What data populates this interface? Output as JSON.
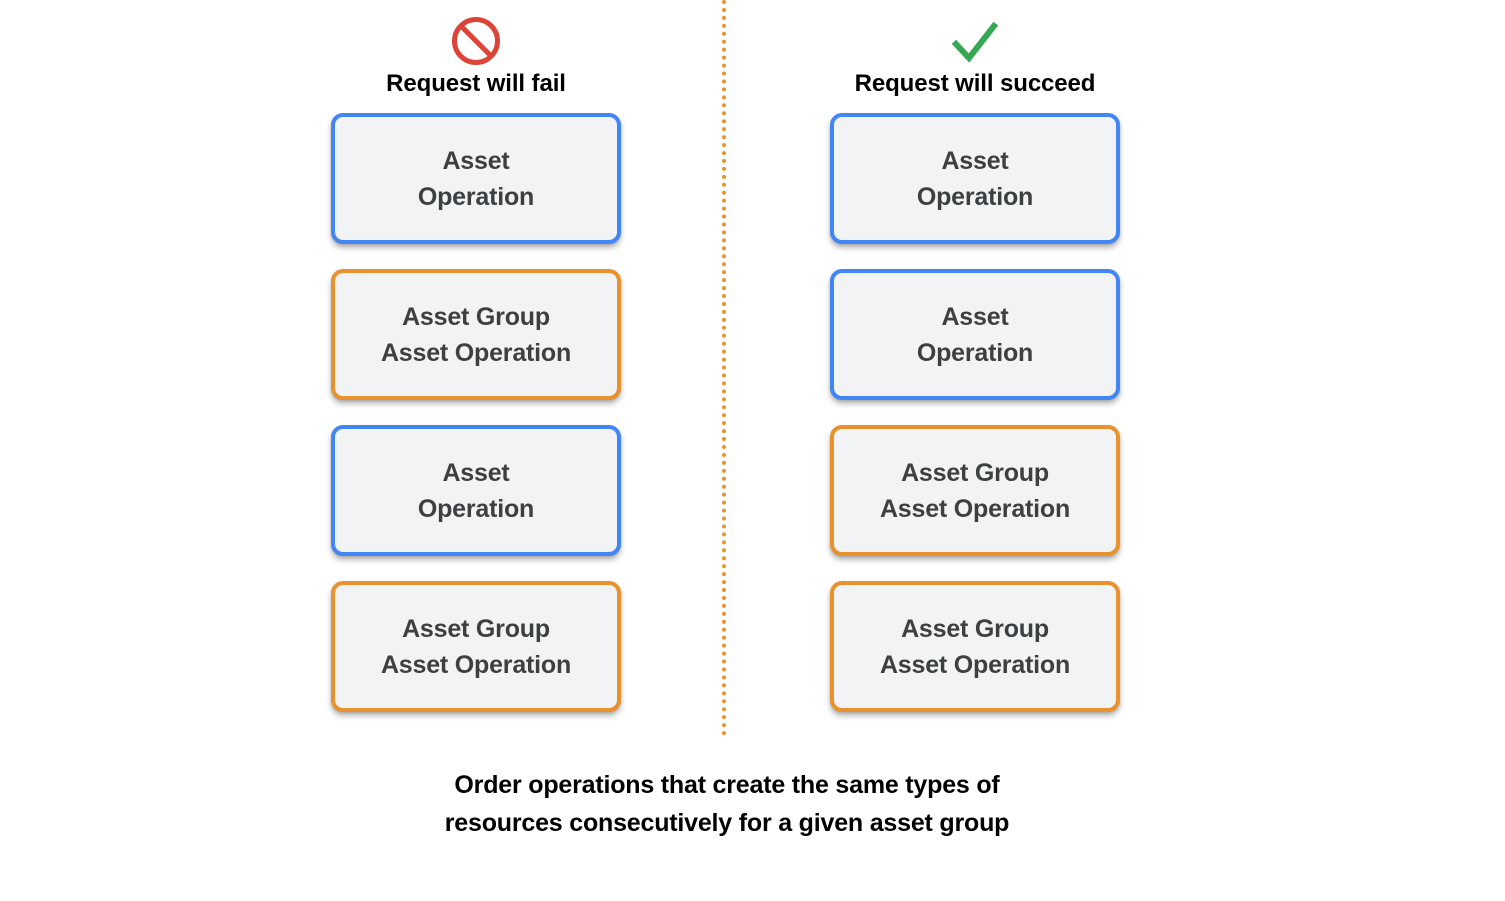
{
  "colors": {
    "blue_border": "#4285f4",
    "orange_border": "#e8912d",
    "box_fill": "#f1f3f4",
    "box_text": "#3c4043",
    "fail_icon": "#db4437",
    "succeed_icon": "#34a853",
    "divider": "#e8912d",
    "background": "#ffffff"
  },
  "columns": [
    {
      "id": "fail",
      "icon_name": "prohibited-icon",
      "title": "Request will fail",
      "boxes": [
        {
          "type": "asset-operation",
          "color": "blue",
          "text": "Asset\nOperation"
        },
        {
          "type": "asset-group-operation",
          "color": "orange",
          "text": "Asset Group\nAsset Operation"
        },
        {
          "type": "asset-operation",
          "color": "blue",
          "text": "Asset\nOperation"
        },
        {
          "type": "asset-group-operation",
          "color": "orange",
          "text": "Asset Group\nAsset Operation"
        }
      ]
    },
    {
      "id": "succeed",
      "icon_name": "check-icon",
      "title": "Request will succeed",
      "boxes": [
        {
          "type": "asset-operation",
          "color": "blue",
          "text": "Asset\nOperation"
        },
        {
          "type": "asset-operation",
          "color": "blue",
          "text": "Asset\nOperation"
        },
        {
          "type": "asset-group-operation",
          "color": "orange",
          "text": "Asset Group\nAsset Operation"
        },
        {
          "type": "asset-group-operation",
          "color": "orange",
          "text": "Asset Group\nAsset Operation"
        }
      ]
    }
  ],
  "caption": "Order operations that create the same types of\nresources consecutively for a given asset group"
}
